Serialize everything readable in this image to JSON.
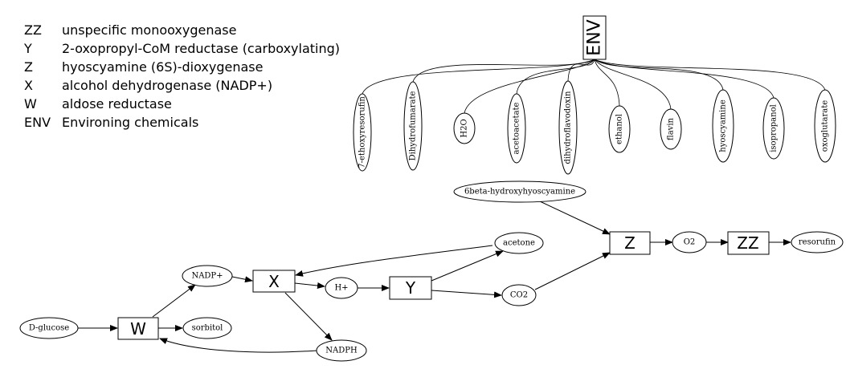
{
  "legend": [
    {
      "abbr": "ZZ",
      "name": "unspecific monooxygenase"
    },
    {
      "abbr": "Y",
      "name": "2-oxopropyl-CoM reductase (carboxylating)"
    },
    {
      "abbr": "Z",
      "name": "hyoscyamine (6S)-dioxygenase"
    },
    {
      "abbr": "X",
      "name": "alcohol dehydrogenase (NADP+)"
    },
    {
      "abbr": "W",
      "name": "aldose reductase"
    },
    {
      "abbr": "ENV",
      "name": "Environing chemicals"
    }
  ],
  "env": {
    "label": "ENV",
    "chemicals": [
      "7-ethoxyresorufin",
      "Dihydrofumarate",
      "H2O",
      "acetoacetate",
      "dihydroflavodoxin",
      "ethanol",
      "flavin",
      "hyoscyamine",
      "isopropanol",
      "oxoglutarate"
    ]
  },
  "enzymes": {
    "W": "W",
    "X": "X",
    "Y": "Y",
    "Z": "Z",
    "ZZ": "ZZ"
  },
  "metabolites": {
    "dglucose": "D-glucose",
    "sorbitol": "sorbitol",
    "nadpplus": "NADP+",
    "nadph": "NADPH",
    "hplus": "H+",
    "acetone": "acetone",
    "co2": "CO2",
    "hydroxyhyoscyamine": "6beta-hydroxyhyoscyamine",
    "o2": "O2",
    "resorufin": "resorufin"
  },
  "edges": [
    [
      "dglucose",
      "W"
    ],
    [
      "W",
      "sorbitol"
    ],
    [
      "W",
      "nadpplus"
    ],
    [
      "nadph",
      "W"
    ],
    [
      "nadpplus",
      "X"
    ],
    [
      "X",
      "hplus"
    ],
    [
      "X",
      "nadph"
    ],
    [
      "acetone",
      "X"
    ],
    [
      "hplus",
      "Y"
    ],
    [
      "Y",
      "acetone"
    ],
    [
      "Y",
      "co2"
    ],
    [
      "hydroxyhyoscyamine",
      "Z"
    ],
    [
      "co2",
      "Z"
    ],
    [
      "Z",
      "o2"
    ],
    [
      "o2",
      "ZZ"
    ],
    [
      "ZZ",
      "resorufin"
    ]
  ]
}
